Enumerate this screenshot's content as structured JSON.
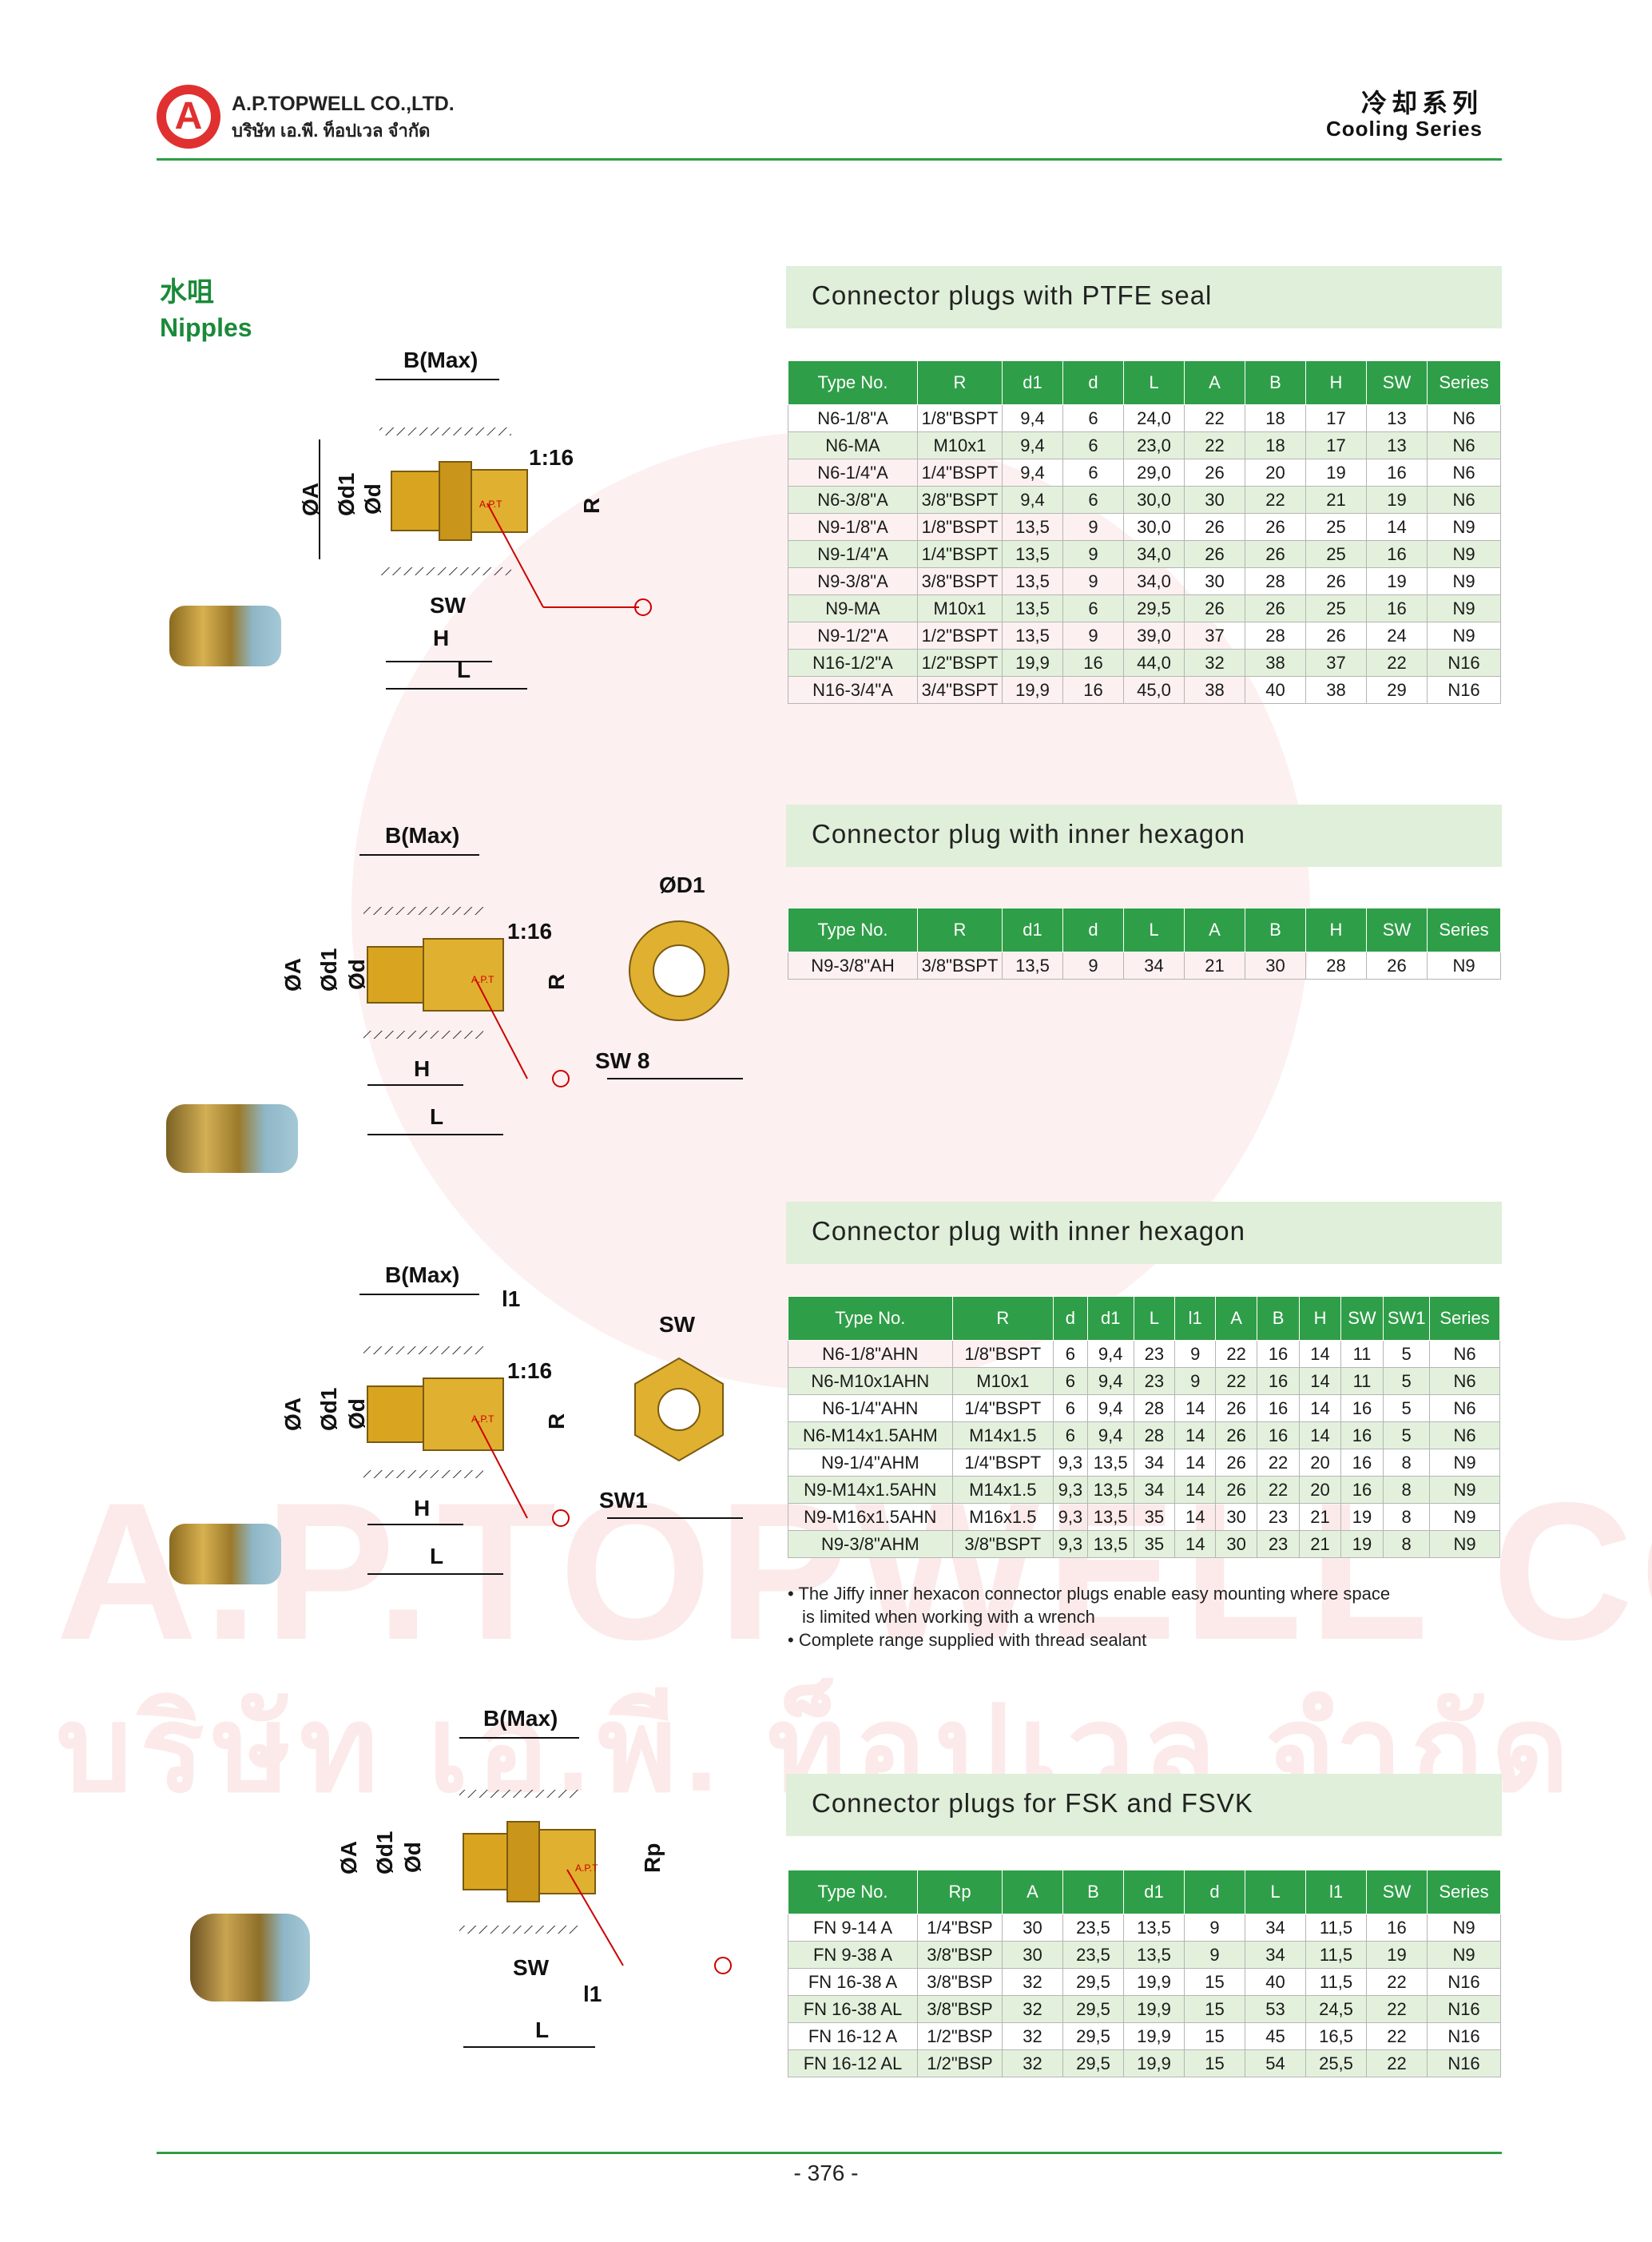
{
  "header": {
    "logo_letter": "A",
    "company_name": "A.P.TOPWELL CO.,LTD.",
    "company_name_thai": "บริษัท เอ.พี. ท็อปเวล จำกัด",
    "series_cn": "冷却系列",
    "series_en": "Cooling Series"
  },
  "watermark": {
    "line1": "A.P.TOPWELL CO.,LTD",
    "line2": "บริษัท เอ.พี. ท็อปเวล จำกัด"
  },
  "section": {
    "title_cn": "水咀",
    "title_en": "Nipples"
  },
  "drawing_labels": {
    "b_max": "B(Max)",
    "taper": "1:16",
    "dia_a": "ØA",
    "dia_d1": "Ød1",
    "dia_d": "Ød",
    "r": "R",
    "rp": "Rp",
    "sw": "SW",
    "sw1": "SW1",
    "sw8": "SW 8",
    "h": "H",
    "l": "L",
    "l1": "l1",
    "dia_D1": "ØD1",
    "stamp": "A.P.T"
  },
  "tables": [
    {
      "title": "Connector plugs with PTFE seal",
      "headers": [
        "Type No.",
        "R",
        "d1",
        "d",
        "L",
        "A",
        "B",
        "H",
        "SW",
        "Series"
      ],
      "rows": [
        [
          "N6-1/8\"A",
          "1/8\"BSPT",
          "9,4",
          "6",
          "24,0",
          "22",
          "18",
          "17",
          "13",
          "N6"
        ],
        [
          "N6-MA",
          "M10x1",
          "9,4",
          "6",
          "23,0",
          "22",
          "18",
          "17",
          "13",
          "N6"
        ],
        [
          "N6-1/4\"A",
          "1/4\"BSPT",
          "9,4",
          "6",
          "29,0",
          "26",
          "20",
          "19",
          "16",
          "N6"
        ],
        [
          "N6-3/8\"A",
          "3/8\"BSPT",
          "9,4",
          "6",
          "30,0",
          "30",
          "22",
          "21",
          "19",
          "N6"
        ],
        [
          "N9-1/8\"A",
          "1/8\"BSPT",
          "13,5",
          "9",
          "30,0",
          "26",
          "26",
          "25",
          "14",
          "N9"
        ],
        [
          "N9-1/4\"A",
          "1/4\"BSPT",
          "13,5",
          "9",
          "34,0",
          "26",
          "26",
          "25",
          "16",
          "N9"
        ],
        [
          "N9-3/8\"A",
          "3/8\"BSPT",
          "13,5",
          "9",
          "34,0",
          "30",
          "28",
          "26",
          "19",
          "N9"
        ],
        [
          "N9-MA",
          "M10x1",
          "13,5",
          "6",
          "29,5",
          "26",
          "26",
          "25",
          "16",
          "N9"
        ],
        [
          "N9-1/2\"A",
          "1/2\"BSPT",
          "13,5",
          "9",
          "39,0",
          "37",
          "28",
          "26",
          "24",
          "N9"
        ],
        [
          "N16-1/2\"A",
          "1/2\"BSPT",
          "19,9",
          "16",
          "44,0",
          "32",
          "38",
          "37",
          "22",
          "N16"
        ],
        [
          "N16-3/4\"A",
          "3/4\"BSPT",
          "19,9",
          "16",
          "45,0",
          "38",
          "40",
          "38",
          "29",
          "N16"
        ]
      ]
    },
    {
      "title": "Connector plug with inner hexagon",
      "headers": [
        "Type No.",
        "R",
        "d1",
        "d",
        "L",
        "A",
        "B",
        "H",
        "SW",
        "Series"
      ],
      "rows": [
        [
          "N9-3/8\"AH",
          "3/8\"BSPT",
          "13,5",
          "9",
          "34",
          "21",
          "30",
          "28",
          "26",
          "N9"
        ]
      ]
    },
    {
      "title": "Connector plug with inner hexagon",
      "headers": [
        "Type No.",
        "R",
        "d",
        "d1",
        "L",
        "l1",
        "A",
        "B",
        "H",
        "SW",
        "SW1",
        "Series"
      ],
      "rows": [
        [
          "N6-1/8\"AHN",
          "1/8\"BSPT",
          "6",
          "9,4",
          "23",
          "9",
          "22",
          "16",
          "14",
          "11",
          "5",
          "N6"
        ],
        [
          "N6-M10x1AHN",
          "M10x1",
          "6",
          "9,4",
          "23",
          "9",
          "22",
          "16",
          "14",
          "11",
          "5",
          "N6"
        ],
        [
          "N6-1/4\"AHN",
          "1/4\"BSPT",
          "6",
          "9,4",
          "28",
          "14",
          "26",
          "16",
          "14",
          "16",
          "5",
          "N6"
        ],
        [
          "N6-M14x1.5AHM",
          "M14x1.5",
          "6",
          "9,4",
          "28",
          "14",
          "26",
          "16",
          "14",
          "16",
          "5",
          "N6"
        ],
        [
          "N9-1/4\"AHM",
          "1/4\"BSPT",
          "9,3",
          "13,5",
          "34",
          "14",
          "26",
          "22",
          "20",
          "16",
          "8",
          "N9"
        ],
        [
          "N9-M14x1.5AHN",
          "M14x1.5",
          "9,3",
          "13,5",
          "34",
          "14",
          "26",
          "22",
          "20",
          "16",
          "8",
          "N9"
        ],
        [
          "N9-M16x1.5AHN",
          "M16x1.5",
          "9,3",
          "13,5",
          "35",
          "14",
          "30",
          "23",
          "21",
          "19",
          "8",
          "N9"
        ],
        [
          "N9-3/8\"AHM",
          "3/8\"BSPT",
          "9,3",
          "13,5",
          "35",
          "14",
          "30",
          "23",
          "21",
          "19",
          "8",
          "N9"
        ]
      ]
    },
    {
      "title": "Connector plugs for FSK and FSVK",
      "headers": [
        "Type No.",
        "Rp",
        "A",
        "B",
        "d1",
        "d",
        "L",
        "l1",
        "SW",
        "Series"
      ],
      "rows": [
        [
          "FN 9-14 A",
          "1/4\"BSP",
          "30",
          "23,5",
          "13,5",
          "9",
          "34",
          "11,5",
          "16",
          "N9"
        ],
        [
          "FN 9-38 A",
          "3/8\"BSP",
          "30",
          "23,5",
          "13,5",
          "9",
          "34",
          "11,5",
          "19",
          "N9"
        ],
        [
          "FN 16-38 A",
          "3/8\"BSP",
          "32",
          "29,5",
          "19,9",
          "15",
          "40",
          "11,5",
          "22",
          "N16"
        ],
        [
          "FN 16-38 AL",
          "3/8\"BSP",
          "32",
          "29,5",
          "19,9",
          "15",
          "53",
          "24,5",
          "22",
          "N16"
        ],
        [
          "FN 16-12 A",
          "1/2\"BSP",
          "32",
          "29,5",
          "19,9",
          "15",
          "45",
          "16,5",
          "22",
          "N16"
        ],
        [
          "FN 16-12 AL",
          "1/2\"BSP",
          "32",
          "29,5",
          "19,9",
          "15",
          "54",
          "25,5",
          "22",
          "N16"
        ]
      ]
    }
  ],
  "notes": [
    "• The Jiffy inner hexacon connector plugs enable easy mounting where space",
    "is limited when working with a wrench",
    "• Complete range supplied with thread sealant"
  ],
  "page_number": "- 376 -",
  "colors": {
    "green": "#2f9e48",
    "green_light": "#e3f1dc",
    "brass": "#d9a520",
    "red": "#e03030"
  }
}
